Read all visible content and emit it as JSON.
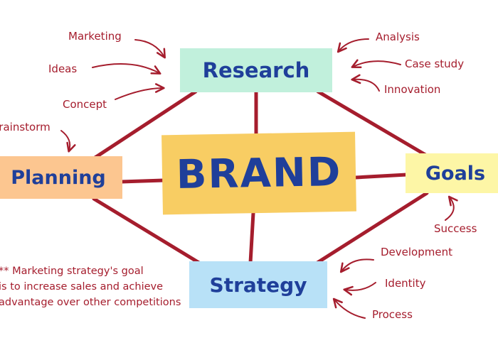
{
  "center": {
    "label": "BRAND"
  },
  "nodes": {
    "research": "Research",
    "planning": "Planning",
    "goals": "Goals",
    "strategy": "Strategy"
  },
  "annotations": {
    "research_left": [
      "Marketing",
      "Ideas",
      "Concept"
    ],
    "research_right": [
      "Analysis",
      "Case study",
      "Innovation"
    ],
    "planning": [
      "Brainstorm"
    ],
    "goals": [
      "Success"
    ],
    "strategy_right": [
      "Development",
      "Identity",
      "Process"
    ]
  },
  "note": [
    "** Marketing strategy's goal",
    "is to increase sales and achieve",
    "advantage over other competitions"
  ],
  "colors": {
    "line": "#a51d2d",
    "text_blue": "#1f3f9a",
    "center_fill": "#f8cd63",
    "research_fill": "#c1f0dc",
    "planning_fill": "#fcc690",
    "goals_fill": "#fdf6a6",
    "strategy_fill": "#b8e1f7"
  }
}
